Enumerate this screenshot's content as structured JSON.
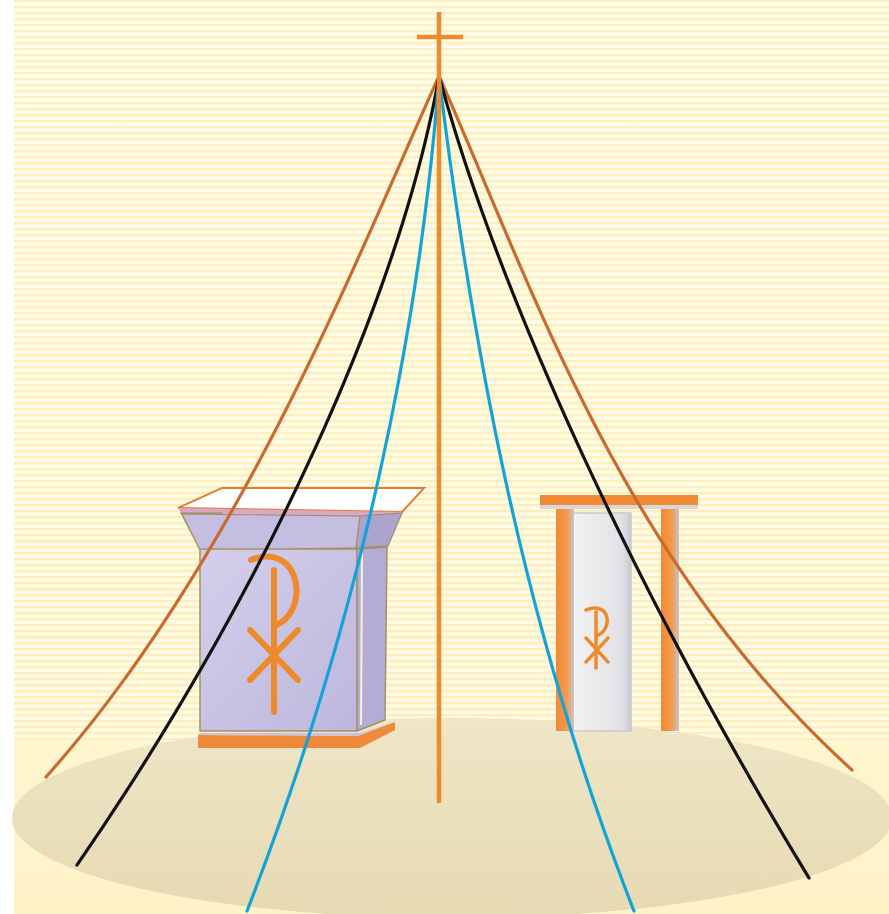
{
  "illustration": {
    "subject": "altar-and-tabernacle-under-cross",
    "objects": [
      "processional-cross",
      "altar",
      "tabernacle",
      "canopy-lines",
      "floor-ellipse"
    ],
    "colors": {
      "background_light": "#fffbe8",
      "background_stripe": "#fcefb6",
      "floor": "#ede3be",
      "cross_orange": "#ef8a2b",
      "outer_line_brown": "#c96a2e",
      "mid_line_black": "#111111",
      "inner_line_blue": "#12a3d9",
      "altar_front": "#c9c4e2",
      "altar_side": "#b7b1d6",
      "altar_top": "#ffffff",
      "symbol_orange": "#ef8a2b",
      "tabernacle_door": "#e8e8ea",
      "tabernacle_pillar": "#f08a35"
    },
    "symbols": {
      "altar_symbol": "chi-rho-icon",
      "tabernacle_symbol": "chi-rho-icon",
      "top_symbol": "cross-icon"
    }
  }
}
